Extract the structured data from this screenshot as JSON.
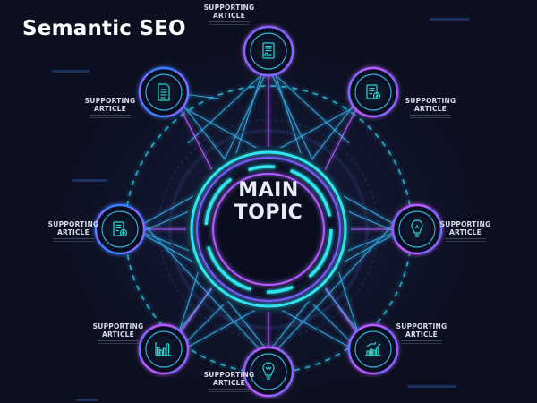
{
  "title": "Semantic SEO",
  "center": {
    "line1": "MAIN",
    "line2": "TOPIC"
  },
  "nodes": [
    {
      "id": "top",
      "label_line1": "SUPPORTING",
      "label_line2": "ARTICLE",
      "icon": "document-certificate-icon"
    },
    {
      "id": "top-right",
      "label_line1": "SUPPORTING",
      "label_line2": "ARTICLE",
      "icon": "document-check-icon"
    },
    {
      "id": "right",
      "label_line1": "SUPPORTING",
      "label_line2": "ARTICLE",
      "icon": "lightbulb-icon"
    },
    {
      "id": "bottom-right",
      "label_line1": "SUPPORTING",
      "label_line2": "ARTICLE",
      "icon": "growth-chart-icon"
    },
    {
      "id": "bottom",
      "label_line1": "SUPPORTING",
      "label_line2": "ARTICLE",
      "icon": "lightbulb-icon"
    },
    {
      "id": "bottom-left",
      "label_line1": "SUPPORTING",
      "label_line2": "ARTICLE",
      "icon": "bar-chart-icon"
    },
    {
      "id": "left",
      "label_line1": "SUPPORTING",
      "label_line2": "ARTICLE",
      "icon": "document-badge-icon"
    },
    {
      "id": "top-left",
      "label_line1": "SUPPORTING",
      "label_line2": "ARTICLE",
      "icon": "document-icon"
    }
  ],
  "colors": {
    "background": "#0c0f1f",
    "cyan": "#2ee6f0",
    "blue": "#3d7bff",
    "purple": "#b45cff",
    "icon": "#2fd3c8",
    "text": "#e8ecf4"
  }
}
